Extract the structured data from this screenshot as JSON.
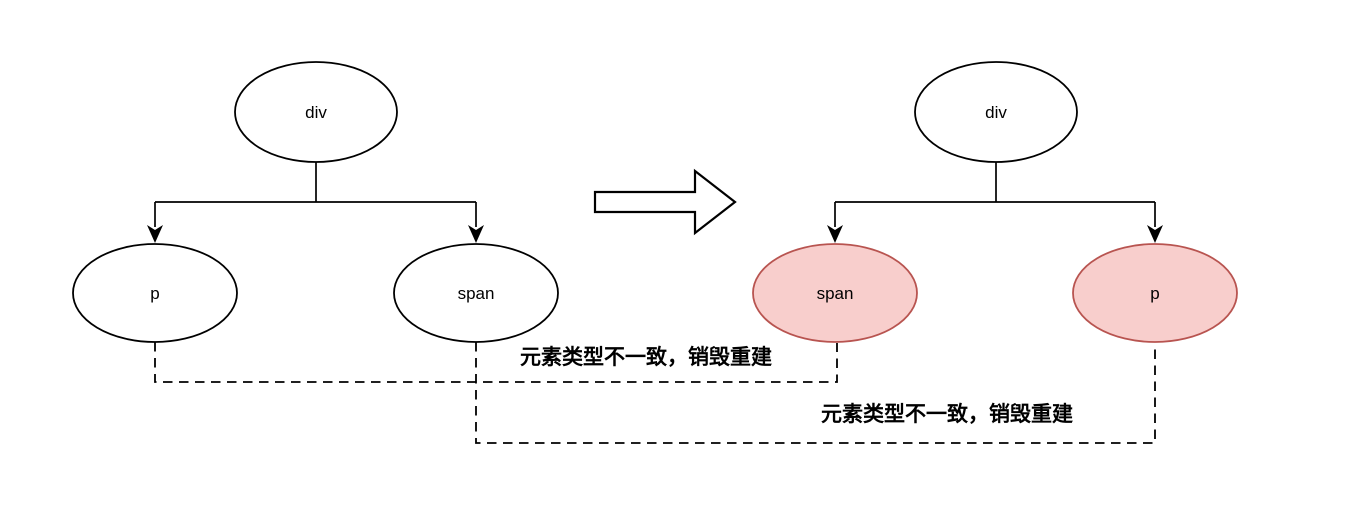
{
  "diagram": {
    "left_tree": {
      "root": {
        "label": "div",
        "changed": false
      },
      "children": [
        {
          "label": "p",
          "changed": false
        },
        {
          "label": "span",
          "changed": false
        }
      ]
    },
    "right_tree": {
      "root": {
        "label": "div",
        "changed": false
      },
      "children": [
        {
          "label": "span",
          "changed": true
        },
        {
          "label": "p",
          "changed": true
        }
      ]
    },
    "annotations": [
      {
        "text": "元素类型不一致，销毁重建"
      },
      {
        "text": "元素类型不一致，销毁重建"
      }
    ],
    "colors": {
      "unchanged_fill": "#ffffff",
      "unchanged_stroke": "#000000",
      "changed_fill": "#f8cecc",
      "changed_stroke": "#b85450",
      "edge": "#000000",
      "text": "#000000"
    }
  }
}
